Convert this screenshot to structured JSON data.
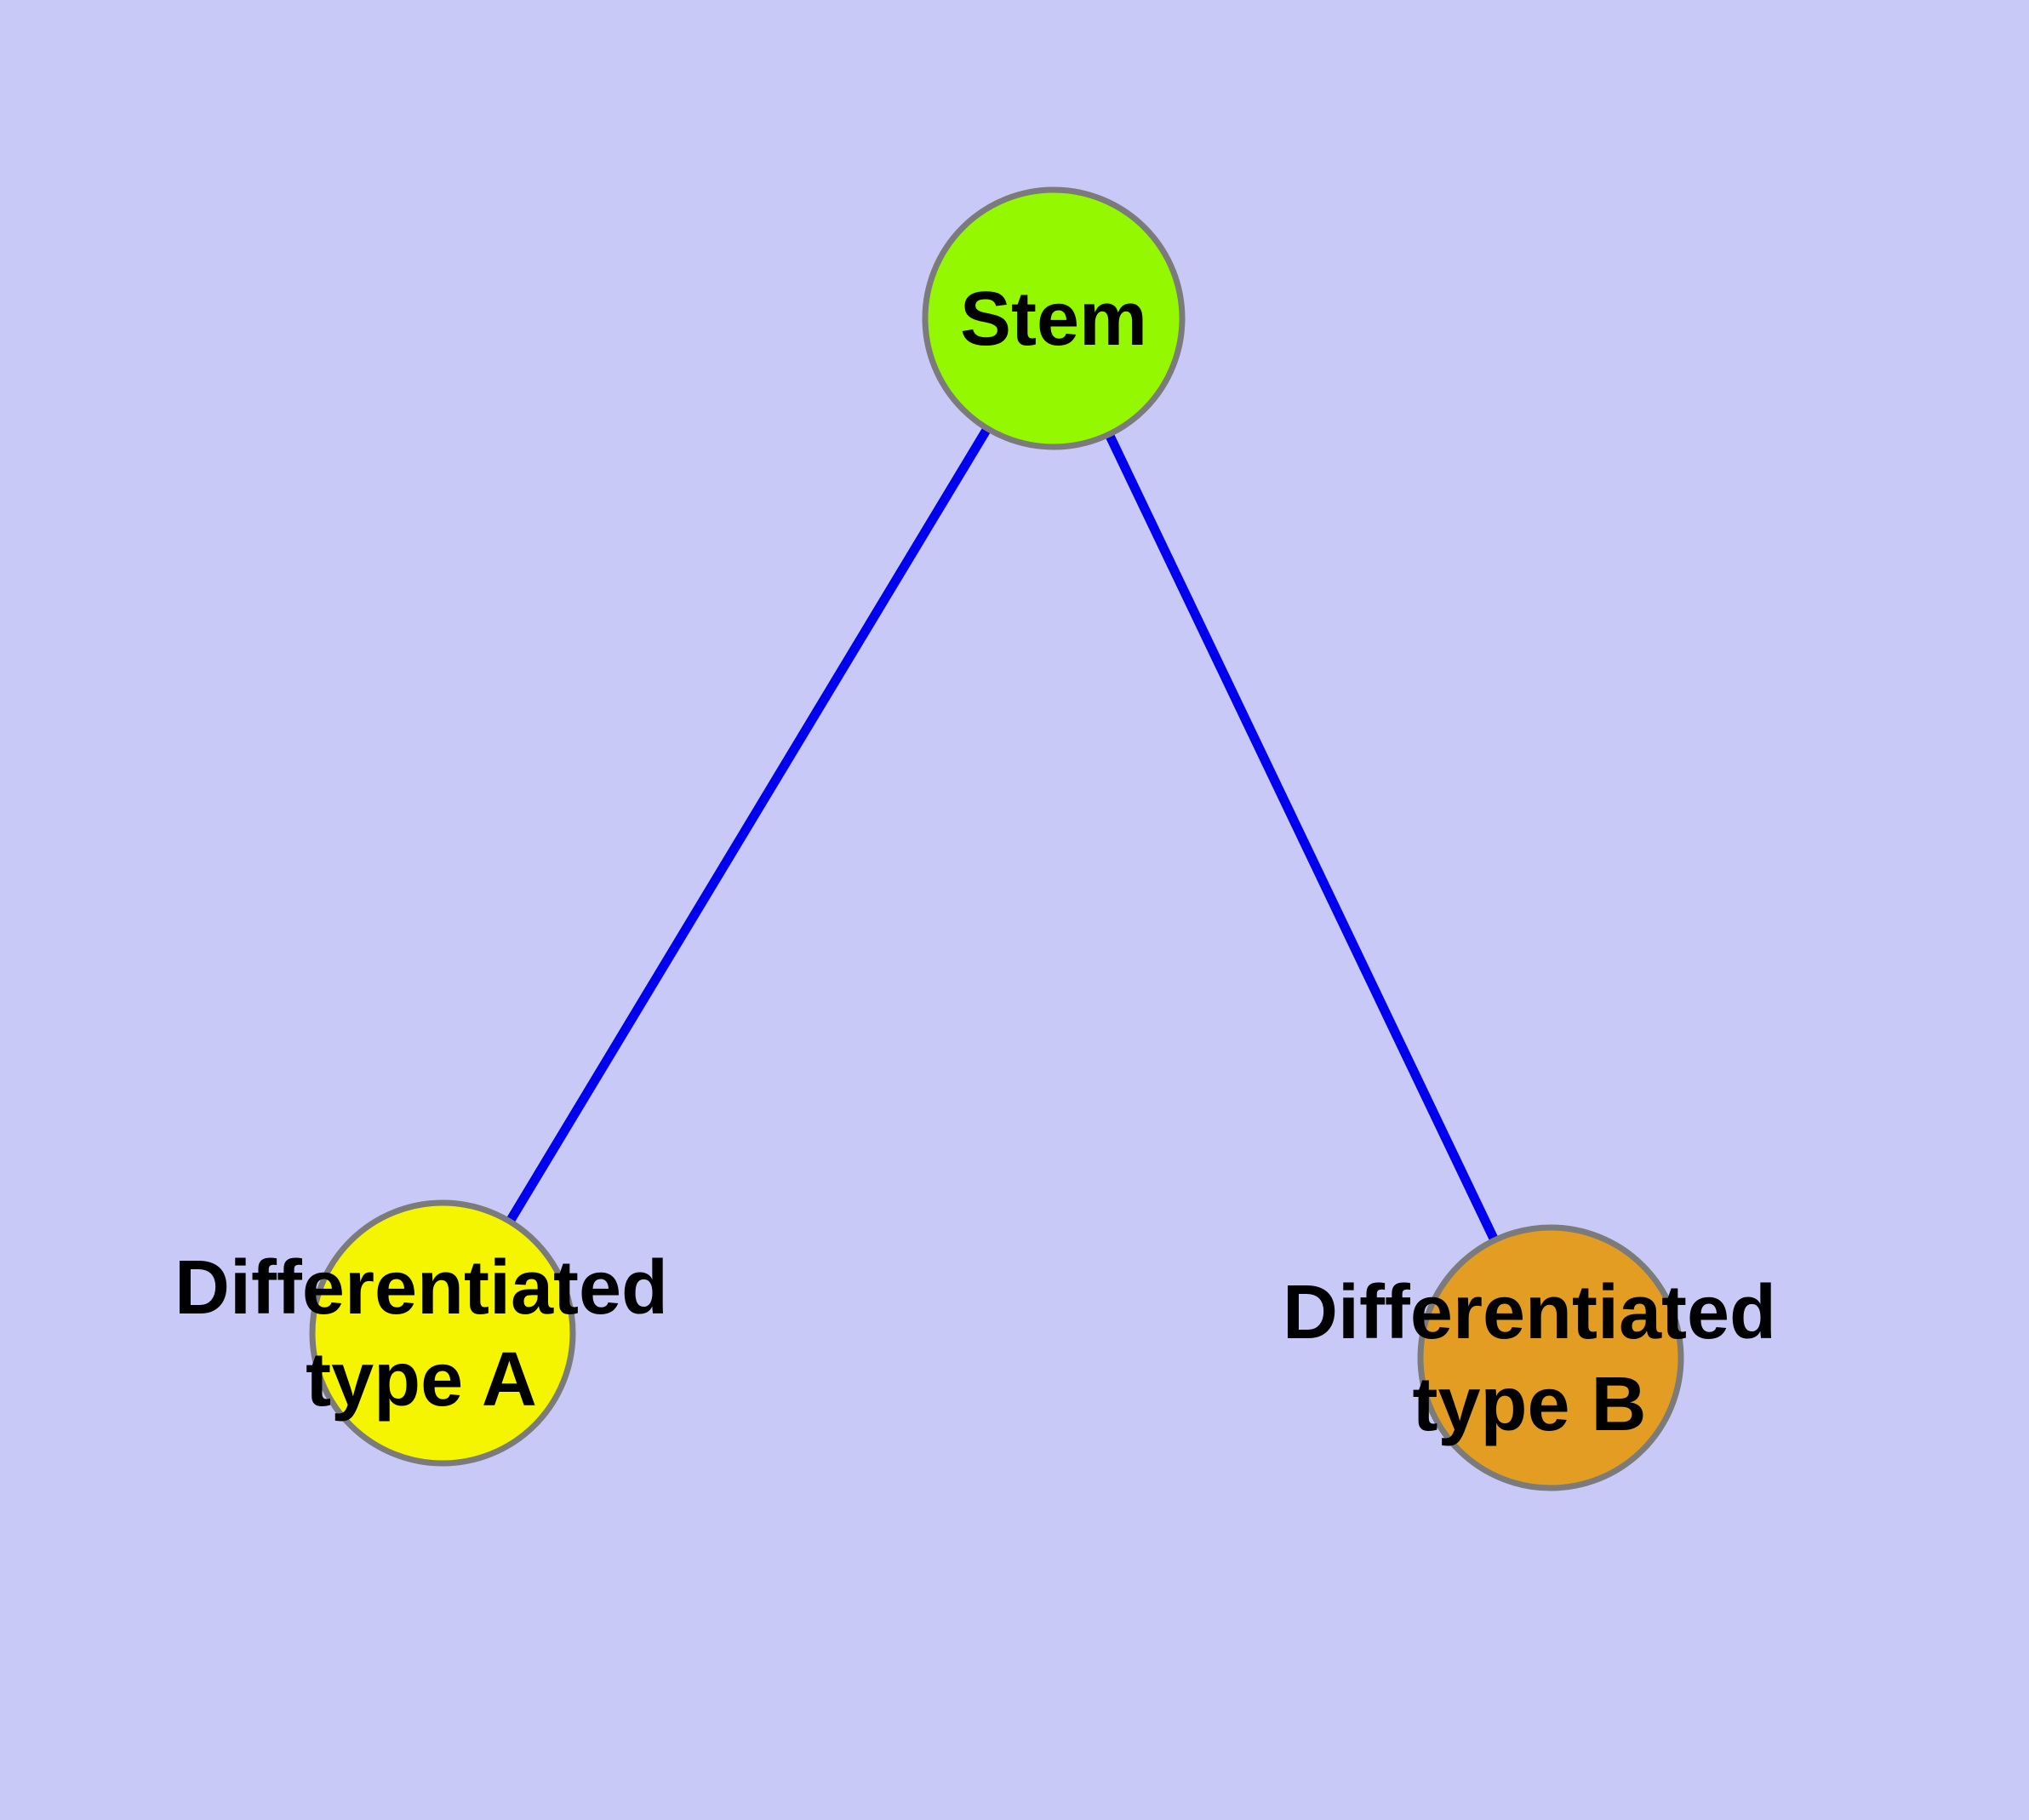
{
  "diagram": {
    "background_color": "#c9c9f8",
    "edge_color": "#0000ee",
    "node_border_color": "#7b7b7b",
    "label_color": "#000000",
    "nodes": [
      {
        "id": "stem",
        "label": "Stem",
        "lines": [
          "Stem"
        ],
        "fill": "#94f900"
      },
      {
        "id": "differentiated-type-a",
        "label": "Differentiated type A",
        "lines": [
          "Differentiated",
          "type A"
        ],
        "fill": "#f5f500"
      },
      {
        "id": "differentiated-type-b",
        "label": "Differentiated type B",
        "lines": [
          "Differentiated",
          "type B"
        ],
        "fill": "#e39d22"
      }
    ],
    "edges": [
      {
        "from": "Stem",
        "to": "Differentiated type A"
      },
      {
        "from": "Stem",
        "to": "Differentiated type B"
      }
    ]
  }
}
